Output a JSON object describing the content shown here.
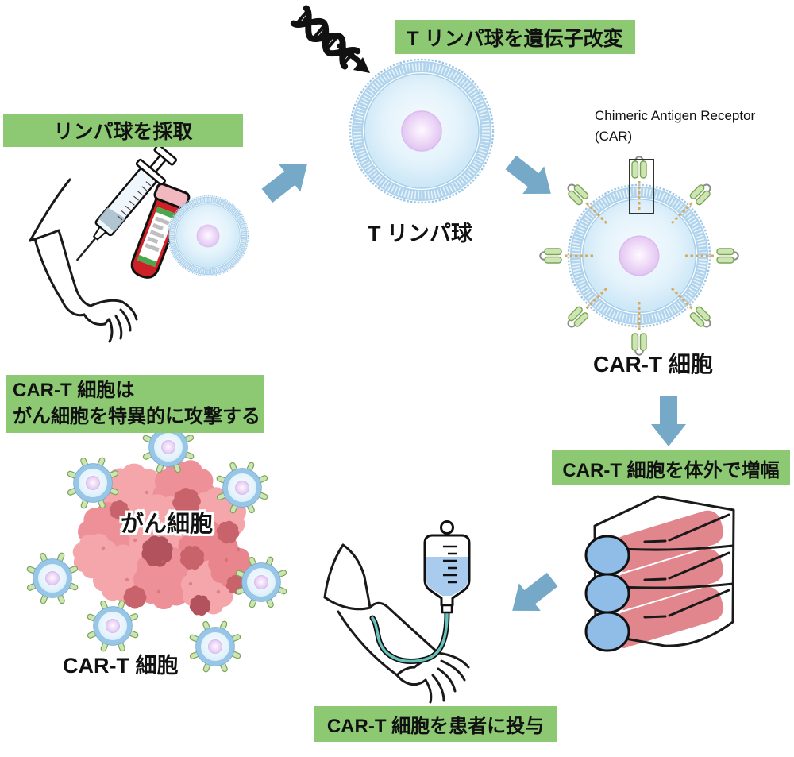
{
  "diagram_title": "CAR-T cell therapy process diagram",
  "boxes": {
    "collect": "リンパ球を採取",
    "modify": "T リンパ球を遺伝子改変",
    "expand": "CAR-T 細胞を体外で増幅",
    "infuse": "CAR-T 細胞を患者に投与",
    "attack_line1": "CAR-T 細胞は",
    "attack_line2": "がん細胞を特異的に攻撃する"
  },
  "captions": {
    "t_cell": "T リンパ球",
    "car_t_cell": "CAR-T 細胞",
    "car_receptor_line1": "Chimeric Antigen Receptor",
    "car_receptor_line2": "(CAR)",
    "cancer_cell": "がん細胞",
    "car_t_cells_group": "CAR-T 細胞"
  },
  "icons": {
    "dna_icon": "black double-helix with arrow into cell",
    "flow_arrow_icon": "thick blue process arrow",
    "arm_icon": "line-drawn patient arm",
    "syringe_icon": "syringe",
    "blood_tube_icon": "red blood collection tube",
    "lymphocyte_icon": "round cell with membrane, blue cytoplasm, lavender nucleus",
    "car_receptor_icon": "green paired-capsule receptor with dashed stem",
    "flask_stack_icon": "three stacked culture flasks with pink media and blue caps",
    "iv_bag_icon": "IV drip bag with blue liquid and teal tube",
    "cancer_cluster_icon": "cluster of pink scalloped tumor cells"
  },
  "colors": {
    "label_box_green": "#8DC873",
    "arrow_blue": "#75A9C7",
    "outline_black": "#1A1A1A",
    "membrane_blue": "#AFD3EC",
    "cytoplasm_blue": "#DFF0FA",
    "nucleus_lavender": "#DDBCF0",
    "receptor_green": "#CDE5B2",
    "receptor_green_edge": "#7BA457",
    "blood_red": "#CE2127",
    "tube_cap_pink": "#F2B8BF",
    "label_stripe_green": "#4CA64C",
    "flask_media_pink": "#E2868D",
    "flask_cap_blue": "#90BCE8",
    "iv_liquid_blue": "#A9CBEE",
    "iv_tube_teal": "#66C4BC",
    "cancer_pink_light": "#F4A6AB",
    "cancer_pink_mid": "#EE9097",
    "cancer_pink_mid2": "#E8858D",
    "cancer_pink_dark": "#C8626B",
    "cancer_pink_darkest": "#B2525C"
  }
}
